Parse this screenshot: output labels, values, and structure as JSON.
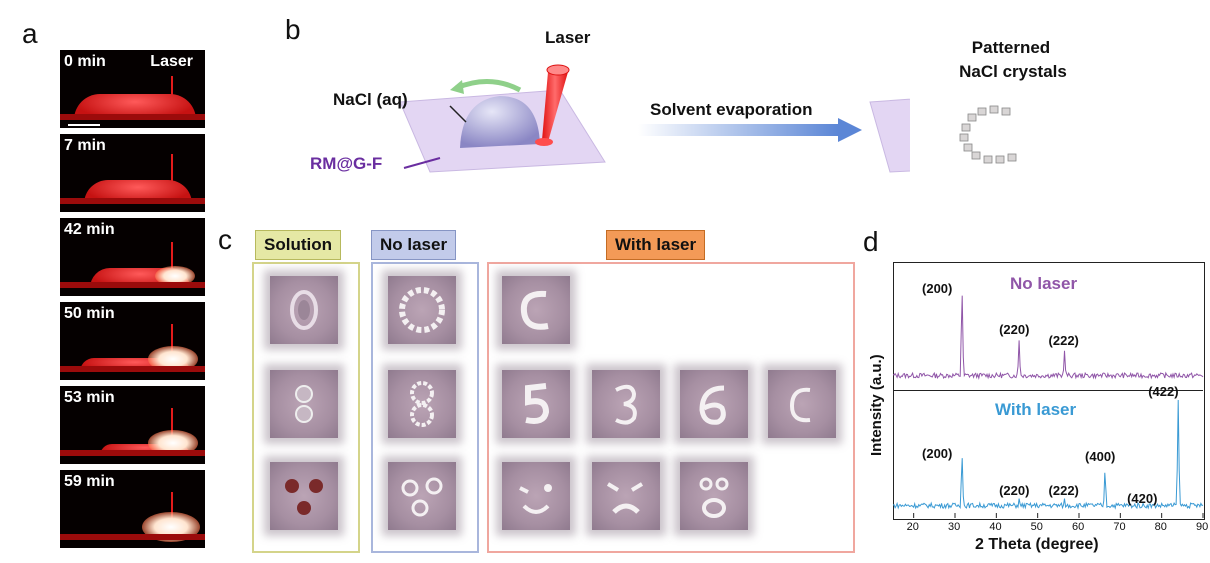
{
  "panels": {
    "a": "a",
    "b": "b",
    "c": "c",
    "d": "d"
  },
  "panel_a": {
    "frames": [
      {
        "time": "0 min",
        "laser": "Laser"
      },
      {
        "time": "7 min"
      },
      {
        "time": "42 min"
      },
      {
        "time": "50 min"
      },
      {
        "time": "53 min"
      },
      {
        "time": "59 min"
      }
    ]
  },
  "panel_b": {
    "laser": "Laser",
    "nacl_aq": "NaCl (aq)",
    "substrate": "RM@G-F",
    "process": "Solvent evaporation",
    "result_line1": "Patterned",
    "result_line2": "NaCl  crystals"
  },
  "panel_c": {
    "solution": "Solution",
    "no_laser": "No laser",
    "with_laser": "With laser",
    "colors": {
      "solution": "#d4d48a",
      "no_laser": "#a9b6dc",
      "with_laser": "#f0a79f",
      "solution_hdr": "#e5e8a5",
      "no_laser_hdr": "#c2cbea",
      "with_laser_hdr": "#f39a57"
    }
  },
  "chart_data": {
    "type": "line",
    "xlabel": "2 Theta (degree)",
    "ylabel": "Intensity (a.u.)",
    "xlim": [
      15,
      90
    ],
    "xticks": [
      "20",
      "30",
      "40",
      "50",
      "60",
      "70",
      "80",
      "90"
    ],
    "series": [
      {
        "name": "No laser",
        "color": "#9056a8",
        "peaks": [
          {
            "x": 31.7,
            "label": "(200)",
            "height": 0.95
          },
          {
            "x": 45.5,
            "label": "(220)",
            "height": 0.4
          },
          {
            "x": 56.5,
            "label": "(222)",
            "height": 0.3
          }
        ]
      },
      {
        "name": "With laser",
        "color": "#3a9ad4",
        "peaks": [
          {
            "x": 31.7,
            "label": "(200)",
            "height": 0.55
          },
          {
            "x": 45.5,
            "label": "(220)",
            "height": 0.12
          },
          {
            "x": 56.5,
            "label": "(222)",
            "height": 0.12
          },
          {
            "x": 66.3,
            "label": "(400)",
            "height": 0.4
          },
          {
            "x": 75.5,
            "label": "(420)",
            "height": 0.06
          },
          {
            "x": 84.0,
            "label": "(422)",
            "height": 1.0
          }
        ]
      }
    ]
  }
}
